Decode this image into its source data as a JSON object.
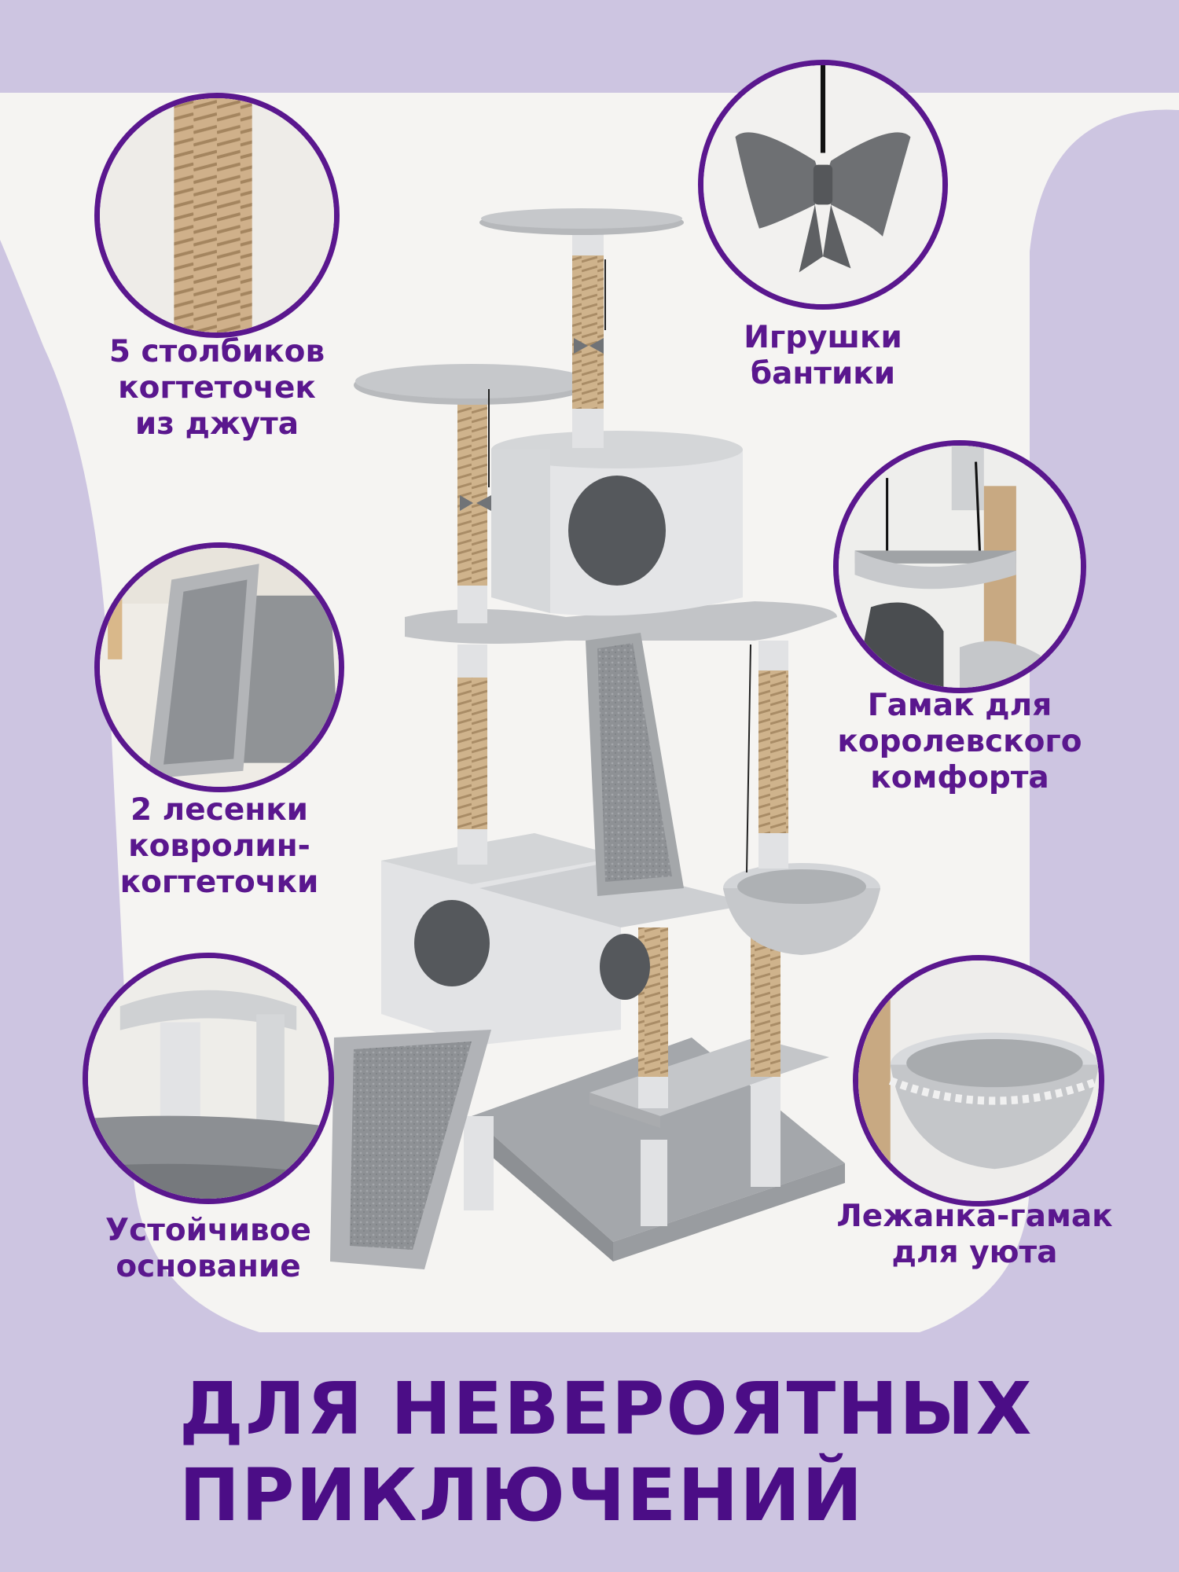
{
  "colors": {
    "background": "#cdc5e1",
    "panel": "#f5f4f2",
    "accent": "#5a178e",
    "headline": "#4b0d86",
    "plush_light": "#e2e3e5",
    "plush_mid": "#bfc1c4",
    "plush_dark": "#8f9296",
    "jute": "#c9ab84"
  },
  "features": [
    {
      "id": "jute-posts",
      "icon": "jute-post-icon",
      "lines": [
        "5 столбиков",
        "когтеточек",
        "из джута"
      ]
    },
    {
      "id": "bow-toys",
      "icon": "bow-toy-icon",
      "lines": [
        "Игрушки",
        "бантики"
      ]
    },
    {
      "id": "ladders",
      "icon": "carpet-ladder-icon",
      "lines": [
        "2 лесенки",
        "ковролин-",
        "когтеточки"
      ]
    },
    {
      "id": "royal-hammock",
      "icon": "hanging-hammock-icon",
      "lines": [
        "Гамак для",
        "королевского",
        "комфорта"
      ]
    },
    {
      "id": "stable-base",
      "icon": "base-platform-icon",
      "lines": [
        "Устойчивое",
        "основание"
      ]
    },
    {
      "id": "cozy-hammock",
      "icon": "hammock-bed-icon",
      "lines": [
        "Лежанка-гамак",
        "для уюта"
      ]
    }
  ],
  "headline": {
    "line1": "ДЛЯ НЕВЕРОЯТНЫХ",
    "line2": "ПРИКЛЮЧЕНИЙ"
  }
}
